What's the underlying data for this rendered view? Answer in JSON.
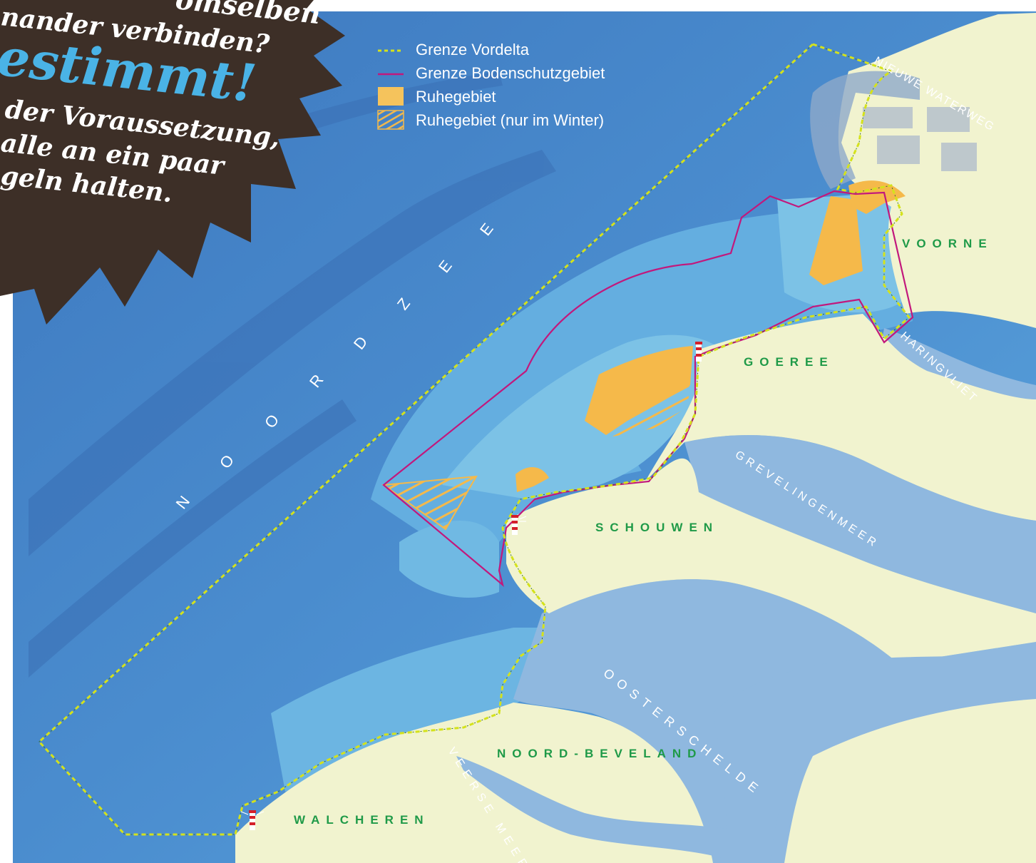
{
  "badge": {
    "line0": "omselben",
    "line1": "nander verbinden?",
    "line2": "estimmt!",
    "line3": "der Voraussetzung,",
    "line4": "alle an ein paar",
    "line5": "geln halten."
  },
  "legend": {
    "items": [
      {
        "label": "Grenze Vordelta",
        "symbol": "dashed-line",
        "color": "#d4e21b"
      },
      {
        "label": "Grenze Bodenschutzgebiet",
        "symbol": "line",
        "color": "#c2187c"
      },
      {
        "label": "Ruhegebiet",
        "symbol": "fill",
        "color": "#f5b94a"
      },
      {
        "label": "Ruhegebiet (nur im Winter)",
        "symbol": "hatch",
        "color": "#f5b94a"
      }
    ]
  },
  "sea": {
    "name_letters": [
      "N",
      "O",
      "O",
      "R",
      "D",
      "Z",
      "E",
      "E"
    ]
  },
  "water_labels": {
    "nieuwe_waterweg": "NIEUWE WATERWEG",
    "haringvliet": "HARINGVLIET",
    "grevelingenmeer": "GREVELINGENMEER",
    "oosterschelde": "OOSTERSCHELDE",
    "veerse_meer": "VEERSE MEER"
  },
  "land_labels": {
    "voorne": "VOORNE",
    "goeree": "GOEREE",
    "schouwen": "SCHOUWEN",
    "noord_beveland": "NOORD-BEVELAND",
    "walcheren": "WALCHEREN"
  },
  "colors": {
    "sea_deep": "#3f7fc4",
    "sea_mid": "#5aa3dc",
    "sea_shallow": "#7cc1e4",
    "inland_water": "#8fb8df",
    "land": "#f1f3cf",
    "ruhegebiet": "#f5b94a",
    "badge": "#3d2f27",
    "badge_accent": "#4ab3e6"
  },
  "icons": [
    "lighthouse-icon"
  ]
}
